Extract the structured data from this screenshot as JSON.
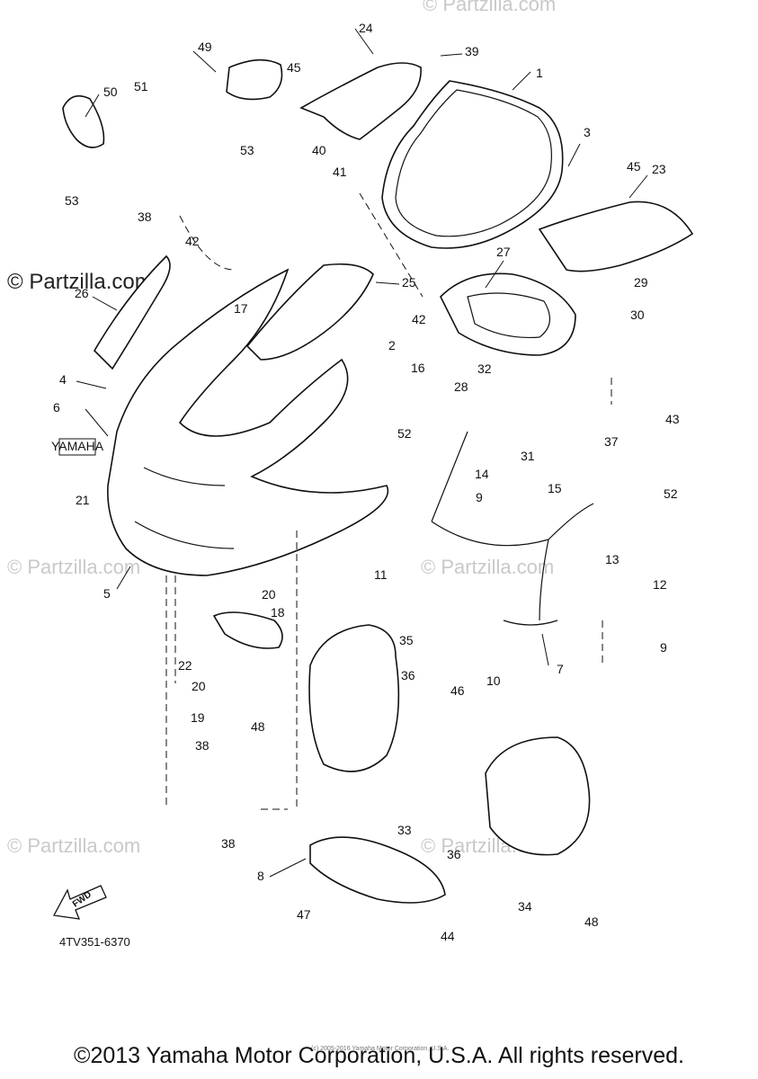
{
  "watermarks": {
    "main": "© Partzilla.com",
    "faint": "© Partzilla.com"
  },
  "diagram_code": "4TV351-6370",
  "fwd_label": "FWD",
  "copyright": "©2013 Yamaha Motor Corporation, U.S.A. All rights reserved.",
  "micro_copyright": "(c) 2005-2016 Yamaha Motor Corporation, U.S.A.",
  "brand_decal": "YAMAHA",
  "part_labels": [
    "1",
    "2",
    "3",
    "4",
    "5",
    "6",
    "7",
    "8",
    "9",
    "9",
    "10",
    "11",
    "12",
    "13",
    "14",
    "15",
    "16",
    "17",
    "18",
    "19",
    "20",
    "20",
    "21",
    "22",
    "23",
    "24",
    "25",
    "26",
    "27",
    "28",
    "29",
    "30",
    "31",
    "32",
    "33",
    "34",
    "35",
    "36",
    "36",
    "37",
    "38",
    "38",
    "38",
    "39",
    "40",
    "41",
    "42",
    "42",
    "43",
    "44",
    "45",
    "45",
    "46",
    "47",
    "48",
    "48",
    "49",
    "50",
    "51",
    "52",
    "52",
    "53",
    "53"
  ]
}
